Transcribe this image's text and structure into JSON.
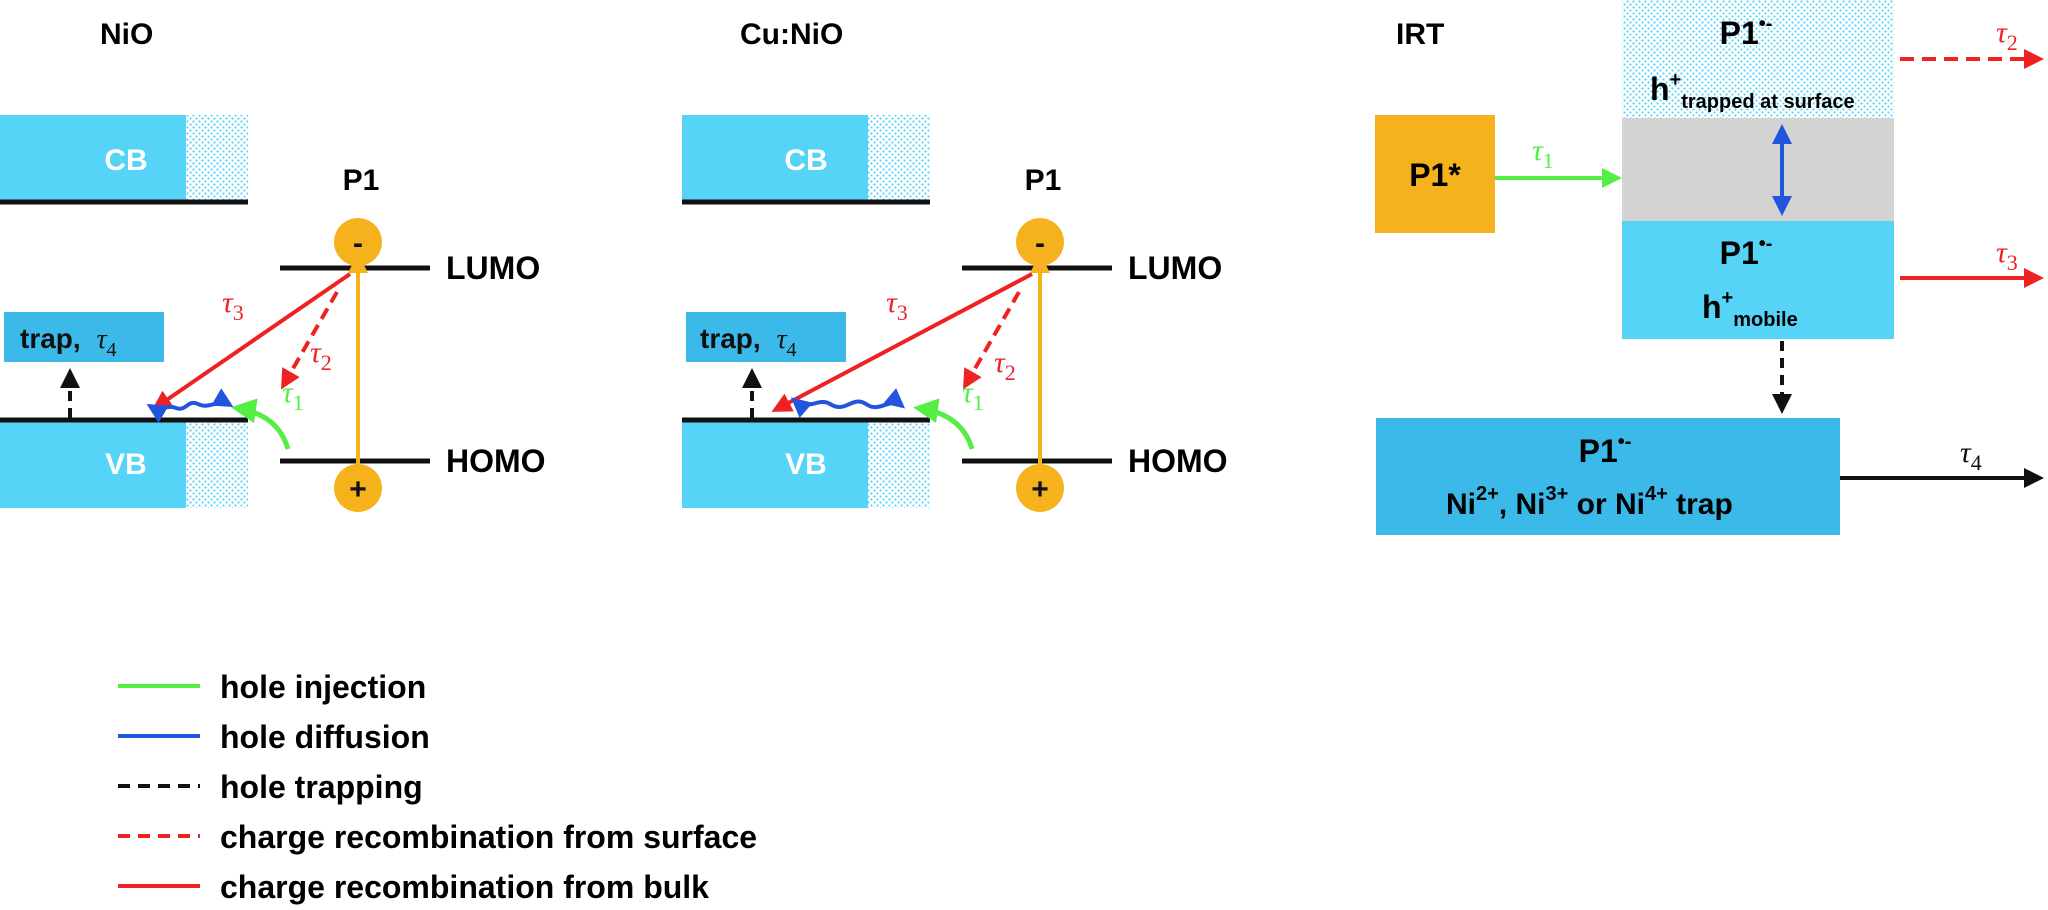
{
  "panels": {
    "nio": {
      "title": "NiO",
      "cb_label": "CB",
      "vb_label": "VB",
      "trap_label": "trap,",
      "dye_label": "P1",
      "lumo_label": "LUMO",
      "homo_label": "HOMO",
      "minus": "-",
      "plus": "+",
      "tau1": "τ",
      "tau1_sub": "1",
      "tau2": "τ",
      "tau2_sub": "2",
      "tau3": "τ",
      "tau3_sub": "3",
      "tau4": "τ",
      "tau4_sub": "4"
    },
    "cunio": {
      "title": "Cu:NiO",
      "cb_label": "CB",
      "vb_label": "VB",
      "trap_label": "trap,",
      "dye_label": "P1",
      "lumo_label": "LUMO",
      "homo_label": "HOMO",
      "minus": "-",
      "plus": "+",
      "tau1": "τ",
      "tau1_sub": "1",
      "tau2": "τ",
      "tau2_sub": "2",
      "tau3": "τ",
      "tau3_sub": "3",
      "tau4": "τ",
      "tau4_sub": "4"
    },
    "irt": {
      "title": "IRT",
      "excited_label": "P1*",
      "surface_species": "P1",
      "surface_species_sup": "•-",
      "surface_hole": "h",
      "surface_hole_sup": "+",
      "surface_hole_sub": "trapped at surface",
      "mobile_species": "P1",
      "mobile_species_sup": "•-",
      "mobile_hole": "h",
      "mobile_hole_sup": "+",
      "mobile_hole_sub": "mobile",
      "trap_species": "P1",
      "trap_species_sup": "•-",
      "trap_text_1": "Ni",
      "trap_sup_1": "2+",
      "trap_text_2": ", Ni",
      "trap_sup_2": "3+",
      "trap_text_3": " or Ni",
      "trap_sup_3": "4+",
      "trap_text_4": " trap",
      "tau1": "τ",
      "tau1_sub": "1",
      "tau2": "τ",
      "tau2_sub": "2",
      "tau3": "τ",
      "tau3_sub": "3",
      "tau4": "τ",
      "tau4_sub": "4"
    }
  },
  "legend": [
    {
      "label": "hole injection",
      "color": "#55ee44",
      "dashed": false
    },
    {
      "label": "hole diffusion",
      "color": "#2255dd",
      "dashed": false
    },
    {
      "label": "hole trapping",
      "color": "#111111",
      "dashed": true
    },
    {
      "label": "charge recombination from surface",
      "color": "#ee2222",
      "dashed": true
    },
    {
      "label": "charge recombination from bulk",
      "color": "#ee2222",
      "dashed": false
    }
  ],
  "colors": {
    "band": "#55d4f8",
    "trap_box": "#3bb9e8",
    "dye_orange": "#f5b21c",
    "grey_band": "#d3d3d3",
    "injection_green": "#55ee44",
    "diffusion_blue": "#2255dd",
    "recombination_red": "#ee2222"
  }
}
